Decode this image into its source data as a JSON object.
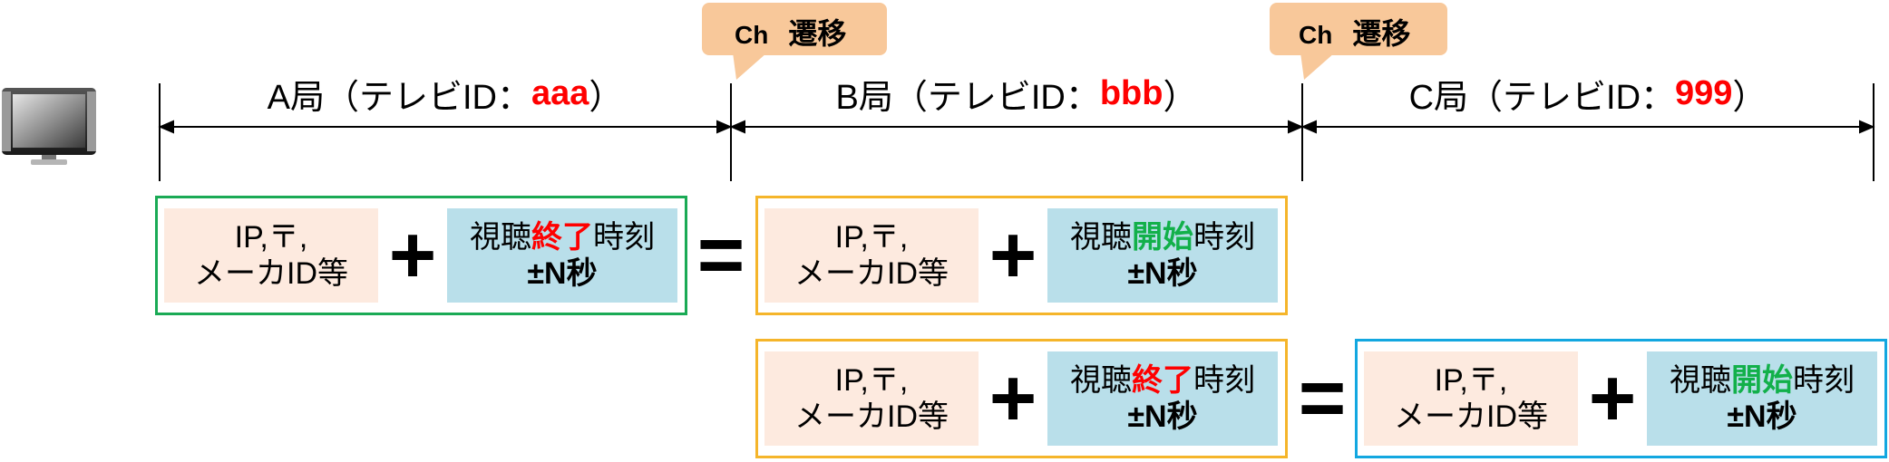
{
  "stations": [
    {
      "prefix": "A局（テレビID：",
      "id": "aaa",
      "suffix": "）"
    },
    {
      "prefix": "B局（テレビID：",
      "id": "bbb",
      "suffix": "）"
    },
    {
      "prefix": "C局（テレビID：",
      "id": "999",
      "suffix": "）"
    }
  ],
  "callout": {
    "ch": "Ch",
    "label": "遷移"
  },
  "info_box": {
    "line1": "IP,〒,",
    "line2": "メーカID等"
  },
  "time_end": {
    "pre": "視聴",
    "key": "終了",
    "post": "時刻"
  },
  "time_start": {
    "pre": "視聴",
    "key": "開始",
    "post": "時刻"
  },
  "time_delta": "±N秒",
  "ops": {
    "plus": "+",
    "equals": "="
  },
  "colors": {
    "red": "#ff0000",
    "green": "#12b04a",
    "green_border": "#1aaa55",
    "yellow_border": "#f5b52a",
    "blue_border": "#12a7e0",
    "info_fill": "#fdeadf",
    "time_fill": "#b9dfea",
    "callout_fill": "#f8c89a"
  }
}
